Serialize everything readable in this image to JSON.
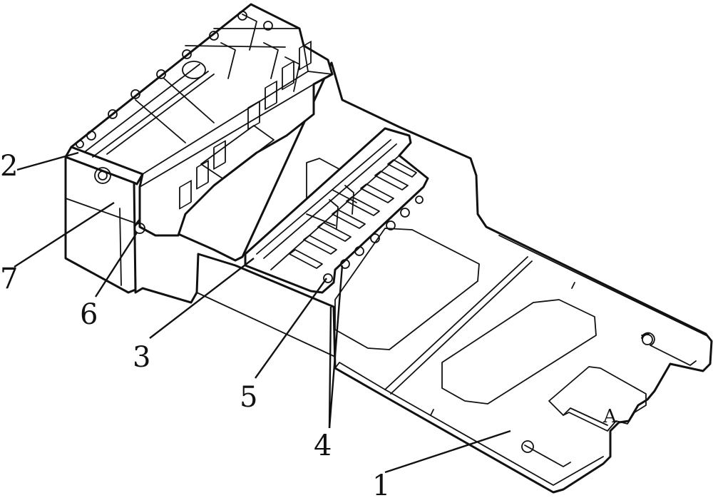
{
  "figure": {
    "labels": [
      {
        "id": "label-1",
        "text": "1"
      },
      {
        "id": "label-2",
        "text": "2"
      },
      {
        "id": "label-3",
        "text": "3"
      },
      {
        "id": "label-4",
        "text": "4"
      },
      {
        "id": "label-5",
        "text": "5"
      },
      {
        "id": "label-6",
        "text": "6"
      },
      {
        "id": "label-7",
        "text": "7"
      },
      {
        "id": "label-a",
        "text": "A"
      }
    ]
  },
  "colors": {
    "ink": "#111111",
    "paper": "#ffffff"
  }
}
